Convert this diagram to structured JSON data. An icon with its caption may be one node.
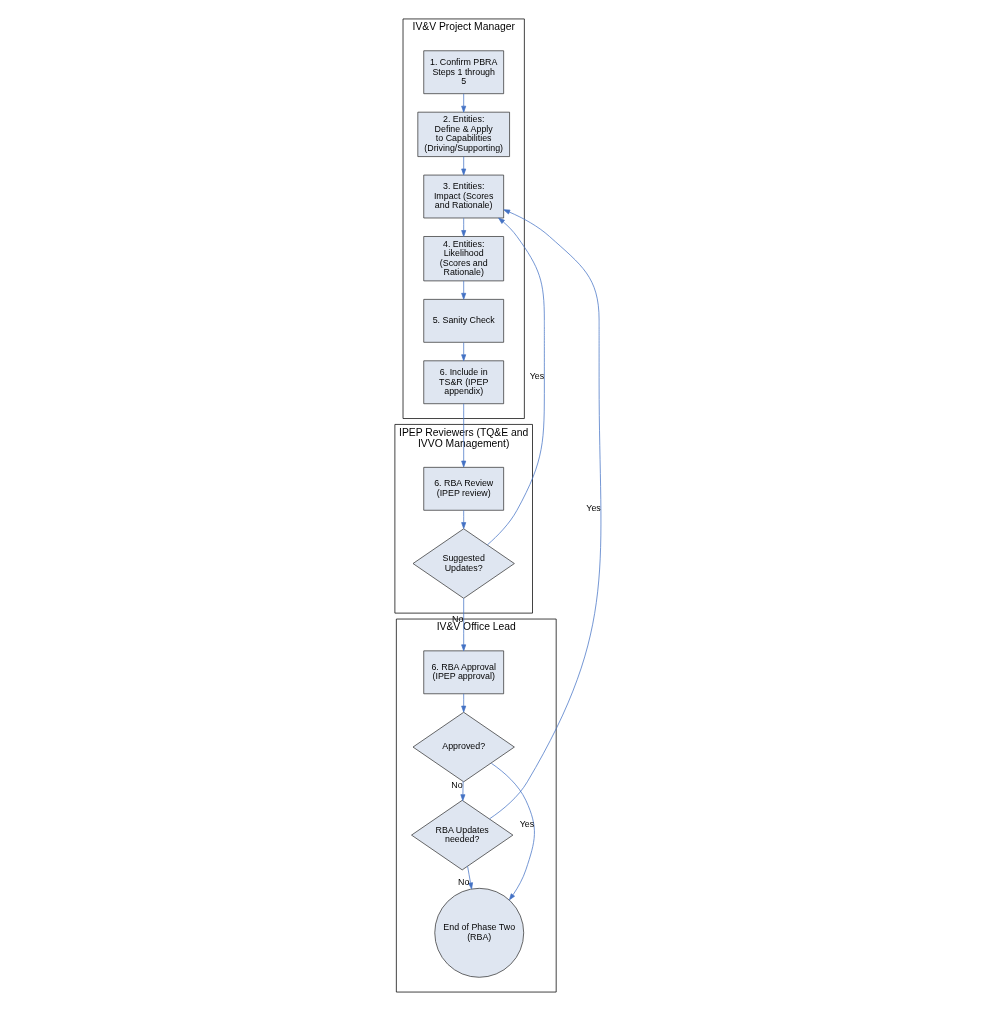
{
  "diagram": {
    "nodes": [
      {
        "text": [
          "IV&V Project Manager"
        ]
      },
      {
        "text": [
          "IPEP Reviewers (TQ&E and IVVO Management)"
        ]
      },
      {
        "text": [
          "IV&V Office Lead"
        ]
      },
      {
        "text": [
          "1. Confirm PBRA Steps 1 through 5"
        ],
        "in": 0
      },
      {
        "text": [
          "2. Entities: Define & Apply to Capabilities",
          "(Driving/Supporting)"
        ],
        "in": 0
      },
      {
        "text": [
          "3. Entities: Impact (Scores and Rationale)"
        ],
        "in": 0
      },
      {
        "text": [
          "4. Entities: Likelihood (Scores and Rationale)"
        ],
        "in": 0
      },
      {
        "text": [
          "5. Sanity Check"
        ],
        "in": 0
      },
      {
        "text": [
          "6. Include in TS&R (IPEP appendix)"
        ],
        "in": 0
      },
      {
        "text": [
          "6. RBA Review (IPEP review)"
        ],
        "in": 1
      },
      {
        "text": [
          "Suggested Updates?"
        ],
        "in": 1
      },
      {
        "text": [
          "6. RBA Approval (IPEP approval)"
        ],
        "in": 2
      },
      {
        "text": [
          "Approved?"
        ],
        "in": 2
      },
      {
        "text": [
          "RBA Updates needed?"
        ],
        "in": 2
      },
      {
        "text": [
          "End of Phase Two (RBA)"
        ],
        "in": 2
      }
    ],
    "edges": [
      {
        "from": 3,
        "to": 4,
        "arrow": "to"
      },
      {
        "from": 4,
        "to": 5,
        "arrow": "to"
      },
      {
        "from": 5,
        "to": 6,
        "arrow": "to"
      },
      {
        "from": 6,
        "to": 7,
        "arrow": "to"
      },
      {
        "from": 7,
        "to": 8,
        "arrow": "to"
      },
      {
        "from": 8,
        "to": 9,
        "arrow": "to"
      },
      {
        "from": 9,
        "to": 10,
        "arrow": "to"
      },
      {
        "from": 10,
        "to": 5,
        "arrow": "to",
        "label": "Yes"
      },
      {
        "from": 10,
        "to": 11,
        "arrow": "to",
        "label": "No"
      },
      {
        "from": 11,
        "to": 12,
        "arrow": "to"
      },
      {
        "from": 12,
        "to": 13,
        "arrow": "to",
        "label": "No"
      },
      {
        "from": 12,
        "to": 14,
        "arrow": "to",
        "label": "Yes"
      },
      {
        "from": 13,
        "to": 5,
        "arrow": "to",
        "label": "Yes"
      },
      {
        "from": 13,
        "to": 14,
        "arrow": "to",
        "label": "No"
      }
    ]
  }
}
